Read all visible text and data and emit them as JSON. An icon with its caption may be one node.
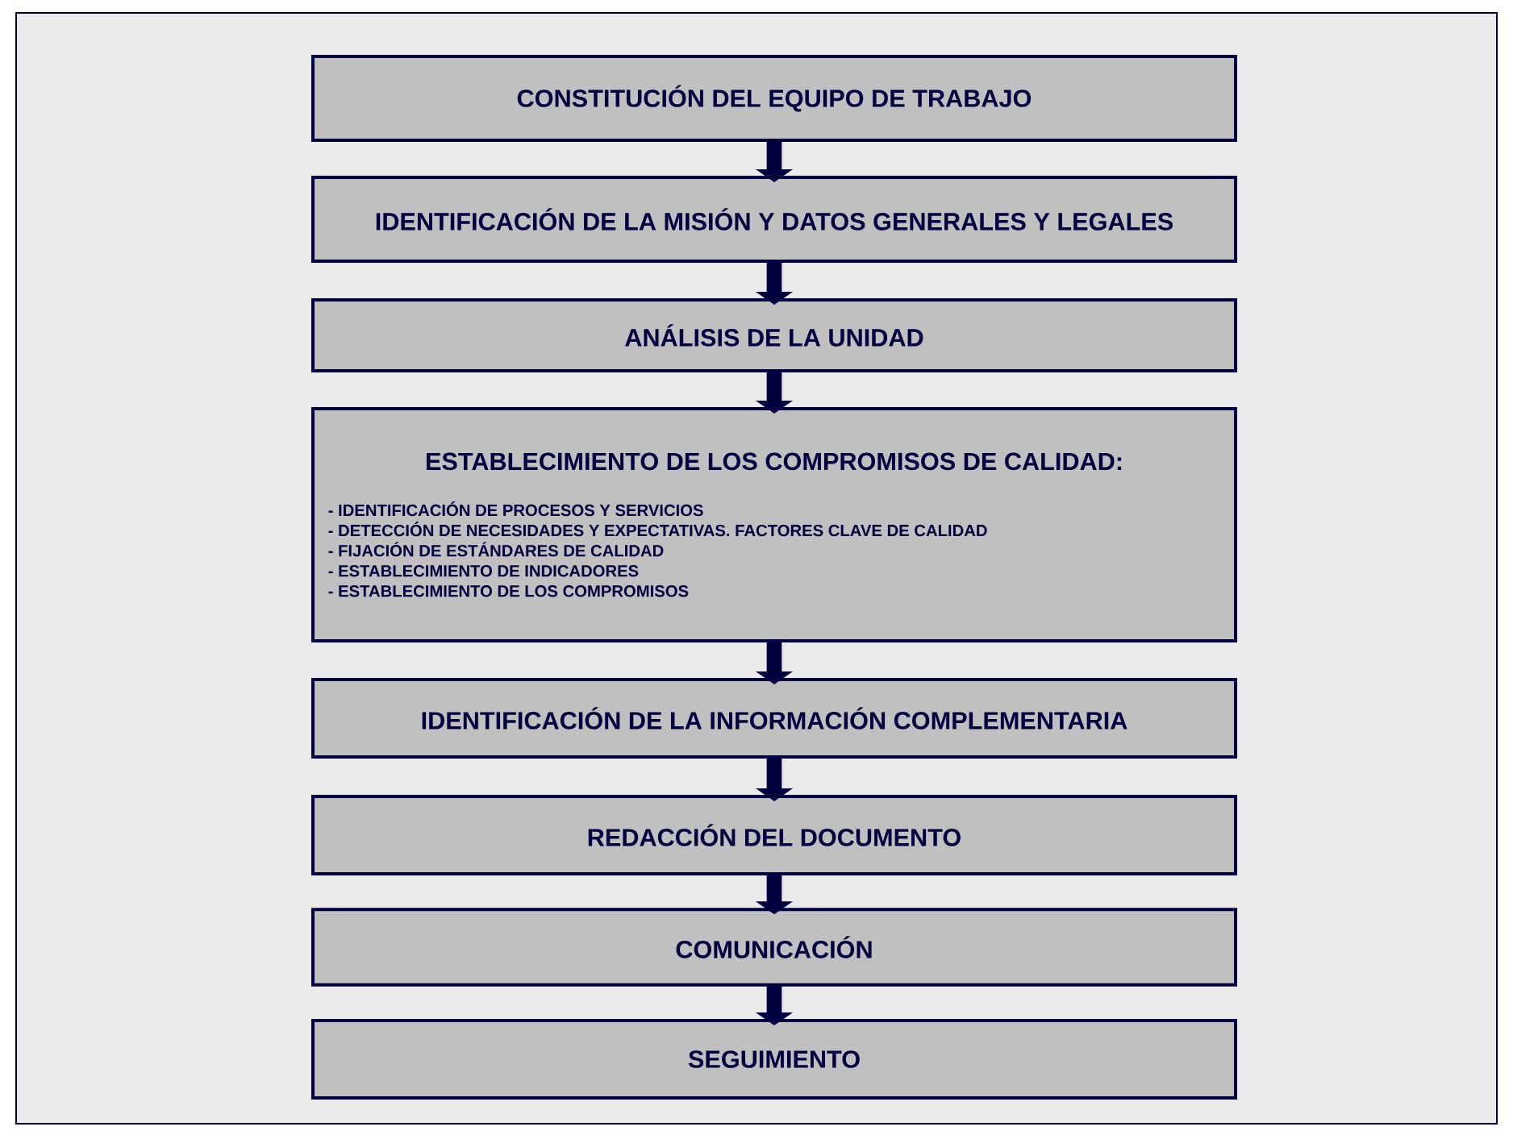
{
  "diagram": {
    "nodes": [
      {
        "text": [
          "CONSTITUCIÓN DEL EQUIPO DE TRABAJO"
        ]
      },
      {
        "text": [
          "IDENTIFICACIÓN DE LA MISIÓN Y DATOS GENERALES Y LEGALES"
        ]
      },
      {
        "text": [
          "ANÁLISIS DE LA UNIDAD"
        ]
      },
      {
        "text": [
          "ESTABLECIMIENTO DE LOS COMPROMISOS DE CALIDAD:",
          "- IDENTIFICACIÓN DE PROCESOS Y SERVICIOS",
          "- DETECCIÓN DE NECESIDADES Y EXPECTATIVAS. FACTORES CLAVE DE CALIDAD",
          "- FIJACIÓN DE ESTÁNDARES DE CALIDAD",
          "- ESTABLECIMIENTO DE INDICADORES",
          "- ESTABLECIMIENTO DE LOS COMPROMISOS"
        ]
      },
      {
        "text": [
          "IDENTIFICACIÓN DE LA INFORMACIÓN COMPLEMENTARIA"
        ]
      },
      {
        "text": [
          "REDACCIÓN DEL DOCUMENTO"
        ]
      },
      {
        "text": [
          "COMUNICACIÓN"
        ]
      },
      {
        "text": [
          "SEGUIMIENTO"
        ]
      }
    ],
    "edges": [
      {
        "from": 0,
        "to": 1,
        "arrow": "to"
      },
      {
        "from": 1,
        "to": 2,
        "arrow": "to"
      },
      {
        "from": 2,
        "to": 3,
        "arrow": "to"
      },
      {
        "from": 3,
        "to": 4,
        "arrow": "to"
      },
      {
        "from": 4,
        "to": 5,
        "arrow": "to"
      },
      {
        "from": 5,
        "to": 6,
        "arrow": "to"
      },
      {
        "from": 6,
        "to": 7,
        "arrow": "to"
      }
    ]
  }
}
